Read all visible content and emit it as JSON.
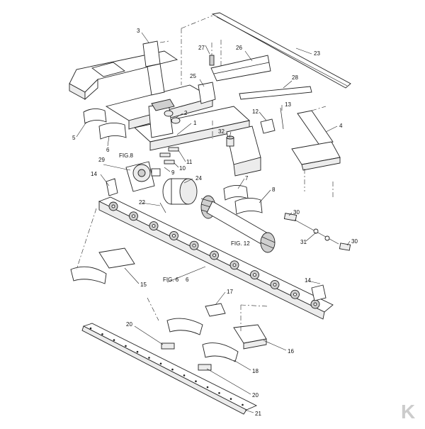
{
  "callouts": {
    "c1": "1",
    "c2": "2",
    "c3": "3",
    "c4": "4",
    "c5": "5",
    "c6": "6",
    "c7": "7",
    "c8": "8",
    "c9": "9",
    "c10": "10",
    "c11": "11",
    "c12": "12",
    "c13": "13",
    "c14a": "14",
    "c14b": "14",
    "c15": "15",
    "c16": "16",
    "c17": "17",
    "c18": "18",
    "c20a": "20",
    "c20b": "20",
    "c21": "21",
    "c22": "22",
    "c23": "23",
    "c24": "24",
    "c25": "25",
    "c26": "26",
    "c27": "27",
    "c28": "28",
    "c29": "29",
    "c30a": "30",
    "c30b": "30",
    "c31": "31",
    "c32": "32",
    "c6b": "6"
  },
  "figure_refs": {
    "fig8": "FIG.8",
    "fig12": "FIG. 12",
    "fig6": "FIG. 6"
  },
  "logo": {
    "letter": "K",
    "color": "#cccccc"
  }
}
